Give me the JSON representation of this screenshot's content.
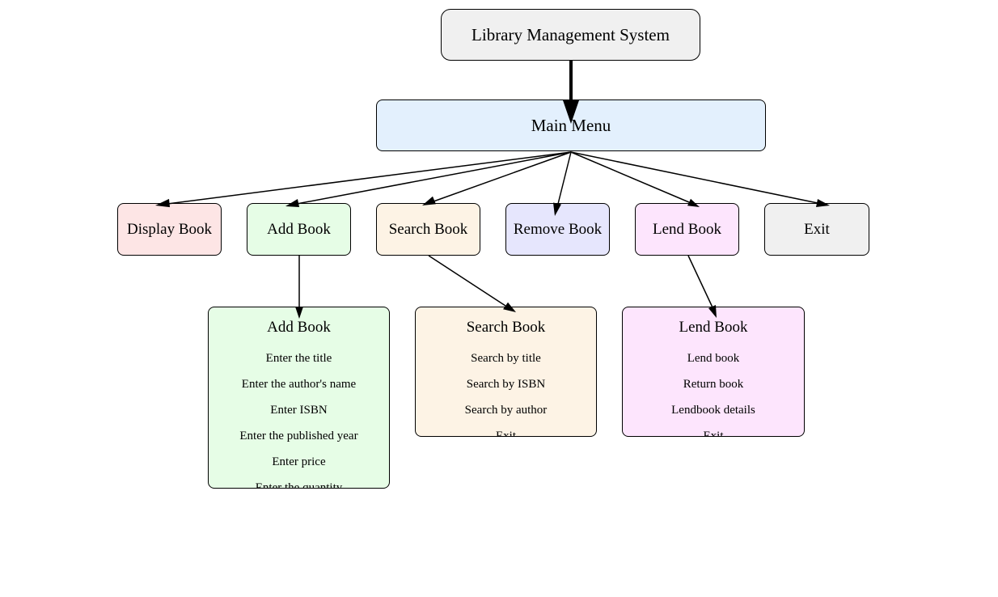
{
  "diagram": {
    "title_node": "Library Management System",
    "main_menu": "Main Menu",
    "menu_items": {
      "display": "Display Book",
      "add": "Add Book",
      "search": "Search Book",
      "remove": "Remove Book",
      "lend": "Lend Book",
      "exit": "Exit"
    },
    "details": {
      "add": {
        "title": "Add Book",
        "items": [
          "Enter the title",
          "Enter the author's name",
          "Enter ISBN",
          "Enter the published year",
          "Enter price",
          "Enter the quantity"
        ]
      },
      "search": {
        "title": "Search Book",
        "items": [
          "Search by title",
          "Search by ISBN",
          "Search by author",
          "Exit"
        ]
      },
      "lend": {
        "title": "Lend Book",
        "items": [
          "Lend book",
          "Return book",
          "Lendbook details",
          "Exit"
        ]
      }
    }
  },
  "colors": {
    "title_fill": "#f0f0f0",
    "main_fill": "#e3f0fd",
    "display_fill": "#fde5e5",
    "add_fill": "#e6fde6",
    "search_fill": "#fdf3e5",
    "remove_fill": "#e6e6fd",
    "lend_fill": "#fde5fd",
    "exit_fill": "#f0f0f0",
    "edge_color": "#000000"
  }
}
